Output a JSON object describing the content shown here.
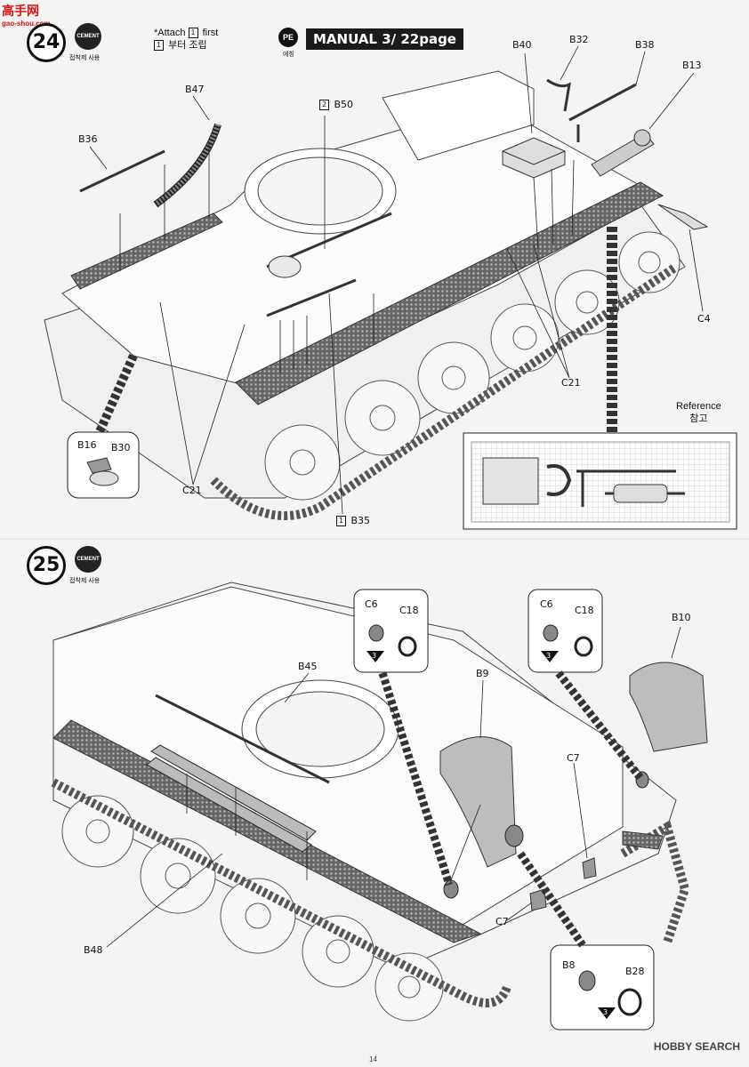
{
  "watermark": {
    "brand": "高手网",
    "url": "gao-shou.com"
  },
  "step24": {
    "number": "24",
    "cement": "CEMENT",
    "cement_caption": "접착제 사용",
    "attach_note_pre": "*Attach",
    "attach_note_box": "1",
    "attach_note_post": "first",
    "attach_note_ko_box": "1",
    "attach_note_ko": "부터 조립",
    "pe_label": "PE",
    "pe_caption": "에칭",
    "manual": "MANUAL 3/ 22page",
    "labels": {
      "b47": "B47",
      "b36": "B36",
      "b50_box": "2",
      "b50": "B50",
      "b40": "B40",
      "b32": "B32",
      "b38": "B38",
      "b13": "B13",
      "c4": "C4",
      "c21_right": "C21",
      "b16": "B16",
      "b30": "B30",
      "c21_left": "C21",
      "b35_box": "1",
      "b35": "B35"
    },
    "reference": {
      "en": "Reference",
      "ko": "참고"
    }
  },
  "step25": {
    "number": "25",
    "cement": "CEMENT",
    "cement_caption": "접착제 사용",
    "labels": {
      "c6_a": "C6",
      "c18_a": "C18",
      "pe3_a": "3",
      "c6_b": "C6",
      "c18_b": "C18",
      "pe3_b": "3",
      "b10": "B10",
      "b45": "B45",
      "b9": "B9",
      "c7_top": "C7",
      "c7_left": "C7",
      "b48": "B48",
      "b8": "B8",
      "b28": "B28",
      "pe3_c": "3"
    }
  },
  "footer": {
    "brand": "HOBBY SEARCH",
    "page": "14"
  }
}
